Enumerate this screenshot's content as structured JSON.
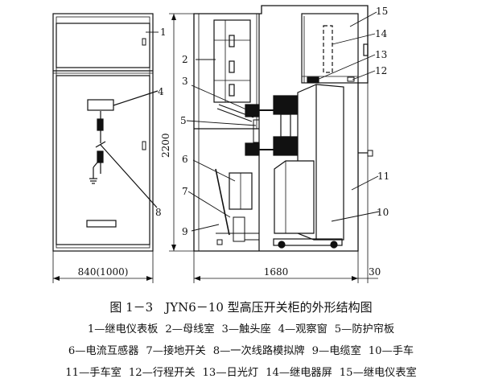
{
  "callouts": [
    "1",
    "2",
    "3",
    "4",
    "5",
    "6",
    "7",
    "8",
    "9",
    "10",
    "11",
    "12",
    "13",
    "14",
    "15"
  ],
  "dimensions": {
    "height": "2200",
    "front_width": "840(1000)",
    "side_depth": "1680",
    "offset": "30"
  },
  "caption": {
    "title": "图 1－3　JYN6－10 型高压开关柜的外形结构图",
    "legend_rows": [
      [
        "1—继电仪表板",
        "2—母线室",
        "3—触头座",
        "4—观察窗",
        "5—防护帘板"
      ],
      [
        "6—电流互感器",
        "7—接地开关",
        "8—一次线路模拟牌",
        "9—电缆室",
        "10—手车"
      ],
      [
        "11—手车室",
        "12—行程开关",
        "13—日光灯",
        "14—继电器屏",
        "15—继电仪表室"
      ]
    ]
  }
}
